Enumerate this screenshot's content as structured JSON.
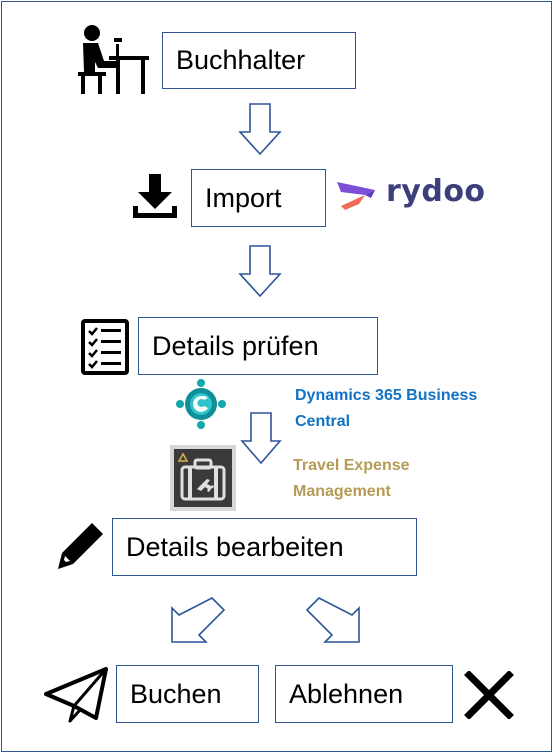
{
  "steps": {
    "accountant": "Buchhalter",
    "import": "Import",
    "check_details": "Details prüfen",
    "edit_details": "Details bearbeiten",
    "post": "Buchen",
    "reject": "Ablehnen"
  },
  "logos": {
    "rydoo": "rydoo",
    "business_central": "Dynamics 365 Business Central",
    "travel_expense": "Travel Expense Management"
  },
  "icons": {
    "accountant": "person-at-desk-icon",
    "import": "download-icon",
    "check_details": "checklist-icon",
    "edit_details": "pencil-icon",
    "post": "paper-plane-icon",
    "reject": "x-mark-icon"
  },
  "colors": {
    "box_border": "#2f5597",
    "arrow": "#2f5597",
    "business_central_text": "#1273c4",
    "travel_expense_text": "#b59b55",
    "rydoo_text": "#3b3f7a"
  }
}
